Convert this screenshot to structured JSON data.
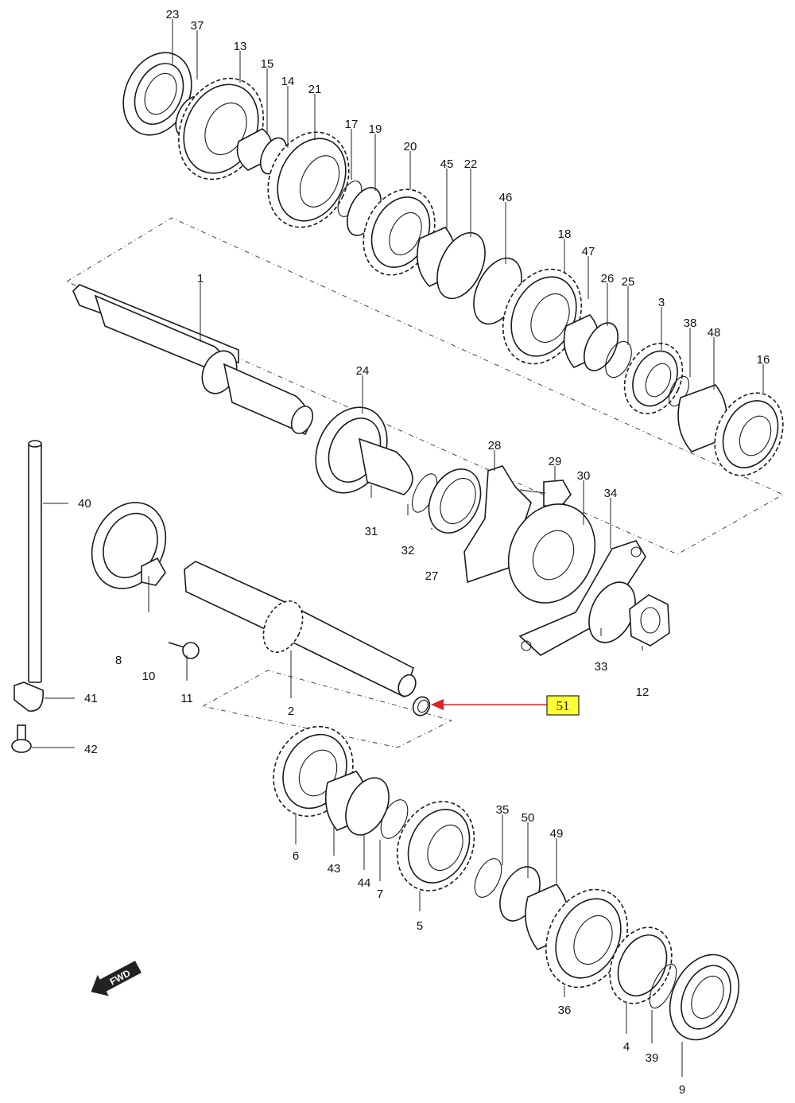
{
  "diagram": {
    "highlight_label": "51",
    "highlight_color": "#ffff33",
    "pointer_color": "#e02020",
    "fwd_label": "FWD",
    "fwd_icon": "fwd-arrow-icon",
    "callouts": [
      "23",
      "37",
      "13",
      "15",
      "14",
      "21",
      "17",
      "19",
      "20",
      "45",
      "22",
      "46",
      "18",
      "47",
      "26",
      "25",
      "3",
      "38",
      "48",
      "16",
      "1",
      "24",
      "28",
      "29",
      "30",
      "34",
      "31",
      "32",
      "27",
      "33",
      "12",
      "40",
      "8",
      "10",
      "11",
      "2",
      "41",
      "42",
      "6",
      "43",
      "44",
      "7",
      "5",
      "35",
      "50",
      "49",
      "36",
      "4",
      "39",
      "9"
    ]
  }
}
